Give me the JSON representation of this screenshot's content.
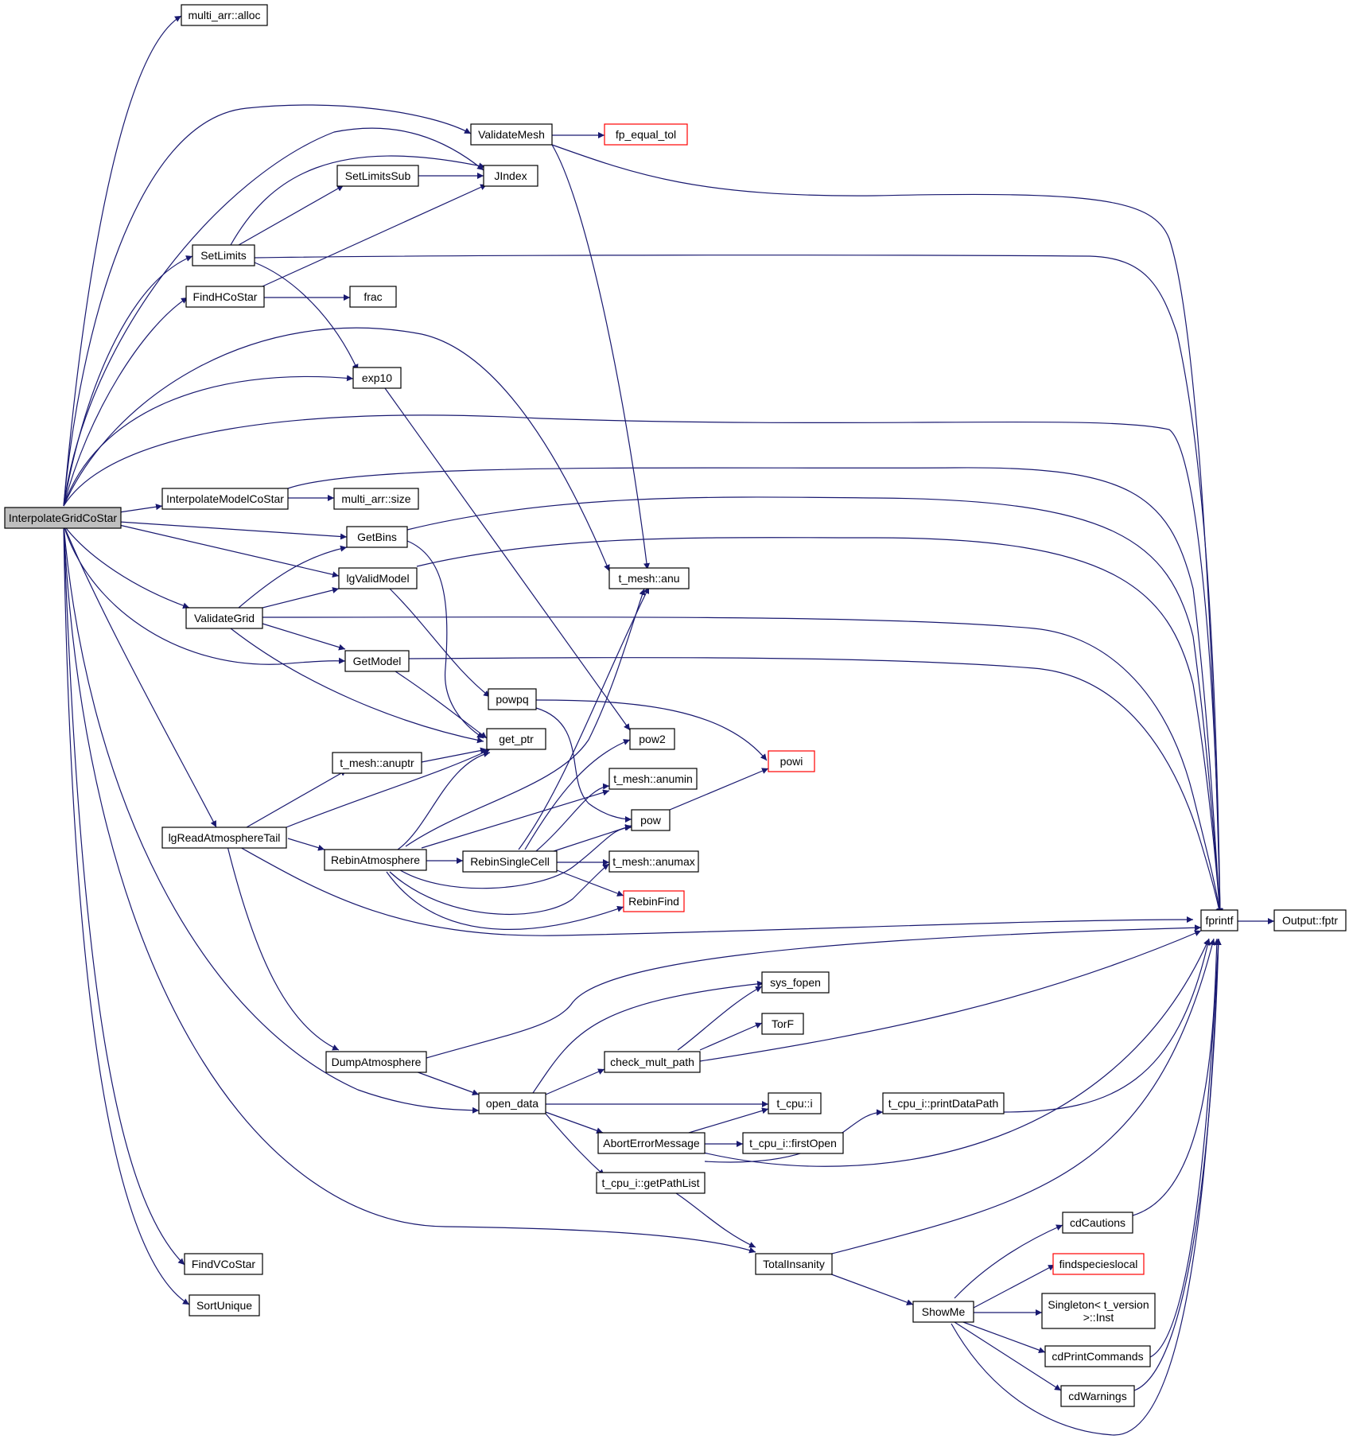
{
  "colors": {
    "edge": "#191970",
    "node_border": "#000000",
    "node_border_truncated": "#ff0000",
    "root_fill": "#bfbfbf",
    "node_fill": "#ffffff"
  },
  "nodes": {
    "InterpolateGridCoStar": "InterpolateGridCoStar",
    "multi_arr_alloc": "multi_arr::alloc",
    "ValidateMesh": "ValidateMesh",
    "fp_equal_tol": "fp_equal_tol",
    "SetLimitsSub": "SetLimitsSub",
    "JIndex": "JIndex",
    "SetLimits": "SetLimits",
    "FindHCoStar": "FindHCoStar",
    "frac": "frac",
    "exp10": "exp10",
    "InterpolateModelCoStar": "InterpolateModelCoStar",
    "multi_arr_size": "multi_arr::size",
    "GetBins": "GetBins",
    "lgValidModel": "lgValidModel",
    "t_mesh_anu": "t_mesh::anu",
    "ValidateGrid": "ValidateGrid",
    "GetModel": "GetModel",
    "powpq": "powpq",
    "pow2": "pow2",
    "powi": "powi",
    "get_ptr": "get_ptr",
    "t_mesh_anuptr": "t_mesh::anuptr",
    "t_mesh_anumin": "t_mesh::anumin",
    "pow": "pow",
    "lgReadAtmosphereTail": "lgReadAtmosphereTail",
    "RebinAtmosphere": "RebinAtmosphere",
    "RebinSingleCell": "RebinSingleCell",
    "t_mesh_anumax": "t_mesh::anumax",
    "RebinFind": "RebinFind",
    "fprintf": "fprintf",
    "Output_fptr": "Output::fptr",
    "sys_fopen": "sys_fopen",
    "TorF": "TorF",
    "check_mult_path": "check_mult_path",
    "DumpAtmosphere": "DumpAtmosphere",
    "open_data": "open_data",
    "t_cpu_i": "t_cpu::i",
    "t_cpu_i_printDataPath": "t_cpu_i::printDataPath",
    "AbortErrorMessage": "AbortErrorMessage",
    "t_cpu_i_firstOpen": "t_cpu_i::firstOpen",
    "t_cpu_i_getPathList": "t_cpu_i::getPathList",
    "cdCautions": "cdCautions",
    "findspecieslocal": "findspecieslocal",
    "FindVCoStar": "FindVCoStar",
    "TotalInsanity": "TotalInsanity",
    "SortUnique": "SortUnique",
    "ShowMe": "ShowMe",
    "Singleton_Inst_line1": "Singleton< t_version",
    "Singleton_Inst_line2": ">::Inst",
    "cdPrintCommands": "cdPrintCommands",
    "cdWarnings": "cdWarnings"
  }
}
